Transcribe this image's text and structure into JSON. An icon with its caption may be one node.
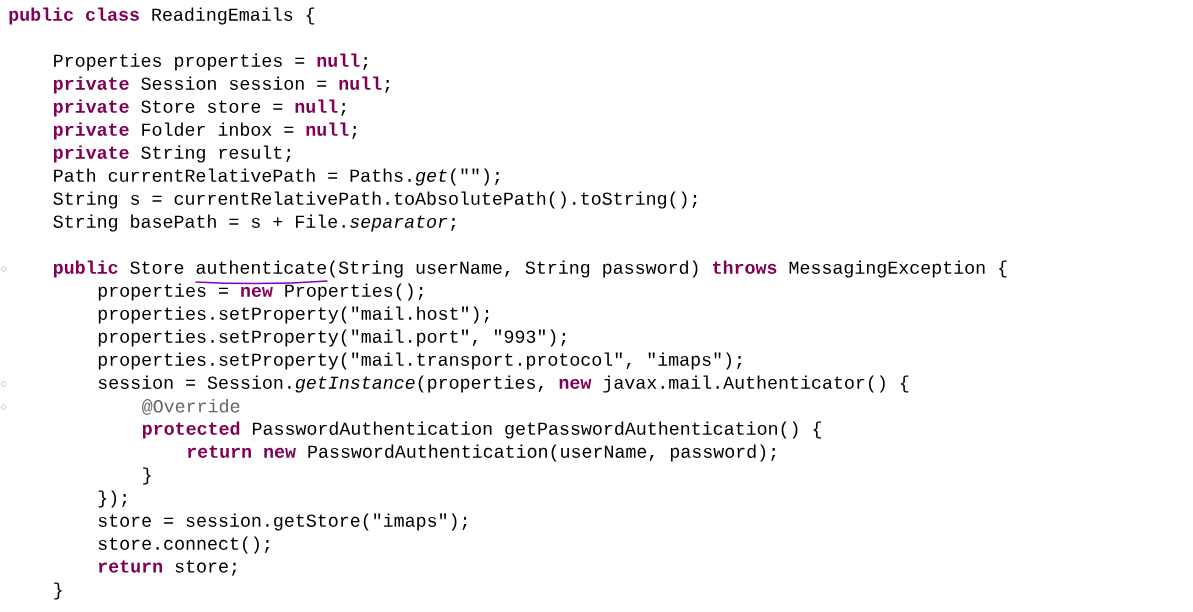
{
  "diagram": {
    "labels": [
      "**public class** ReadingEmails {",
      "Properties properties = **null**;",
      "**private** Session session = **null**;",
      "**private** Store store = **null**;",
      "**private** Folder inbox = **null**;",
      "**private** String result;",
      "Path currentRelativePath = Paths.*get*(\"\");",
      "String s = currentRelativePath.toAbsolutePath().toString();",
      "String basePath = s + File.*separator*;",
      "**public** Store authenticate(String userName, String password) **throws** MessagingException {",
      "properties = **new** Properties();",
      "properties.setProperty(\"mail.host\");",
      "properties.setProperty(\"mail.port\", \"993\");",
      "properties.setProperty(\"mail.transport.protocol\", \"imaps\");",
      "session = Session.*getInstance*(properties, **new** javax.mail.Authenticator() {",
      "@Override",
      "**protected** PasswordAuthentication getPasswordAuthentication() {",
      "**return new** PasswordAuthentication(userName, password);",
      "}",
      "});",
      "store = session.getStore(\"imaps\");",
      "store.connect();",
      "**return** store;",
      "}"
    ]
  }
}
